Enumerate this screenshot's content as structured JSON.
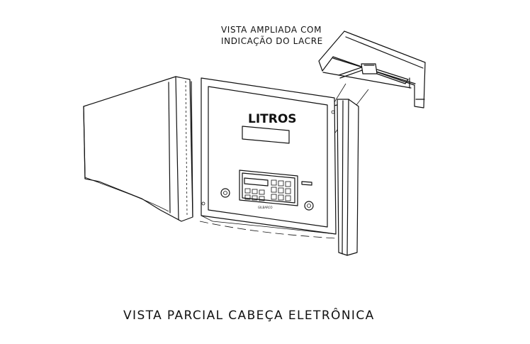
{
  "detail_label": {
    "line1": "VISTA AMPLIADA COM",
    "line2": "INDICAÇÃO DO LACRE"
  },
  "display_label": "LITROS",
  "caption": "VISTA PARCIAL CABEÇA ELETRÔNICA",
  "keypad_brand": "GILBARCO",
  "colors": {
    "ink": "#111111",
    "paper": "#ffffff"
  }
}
